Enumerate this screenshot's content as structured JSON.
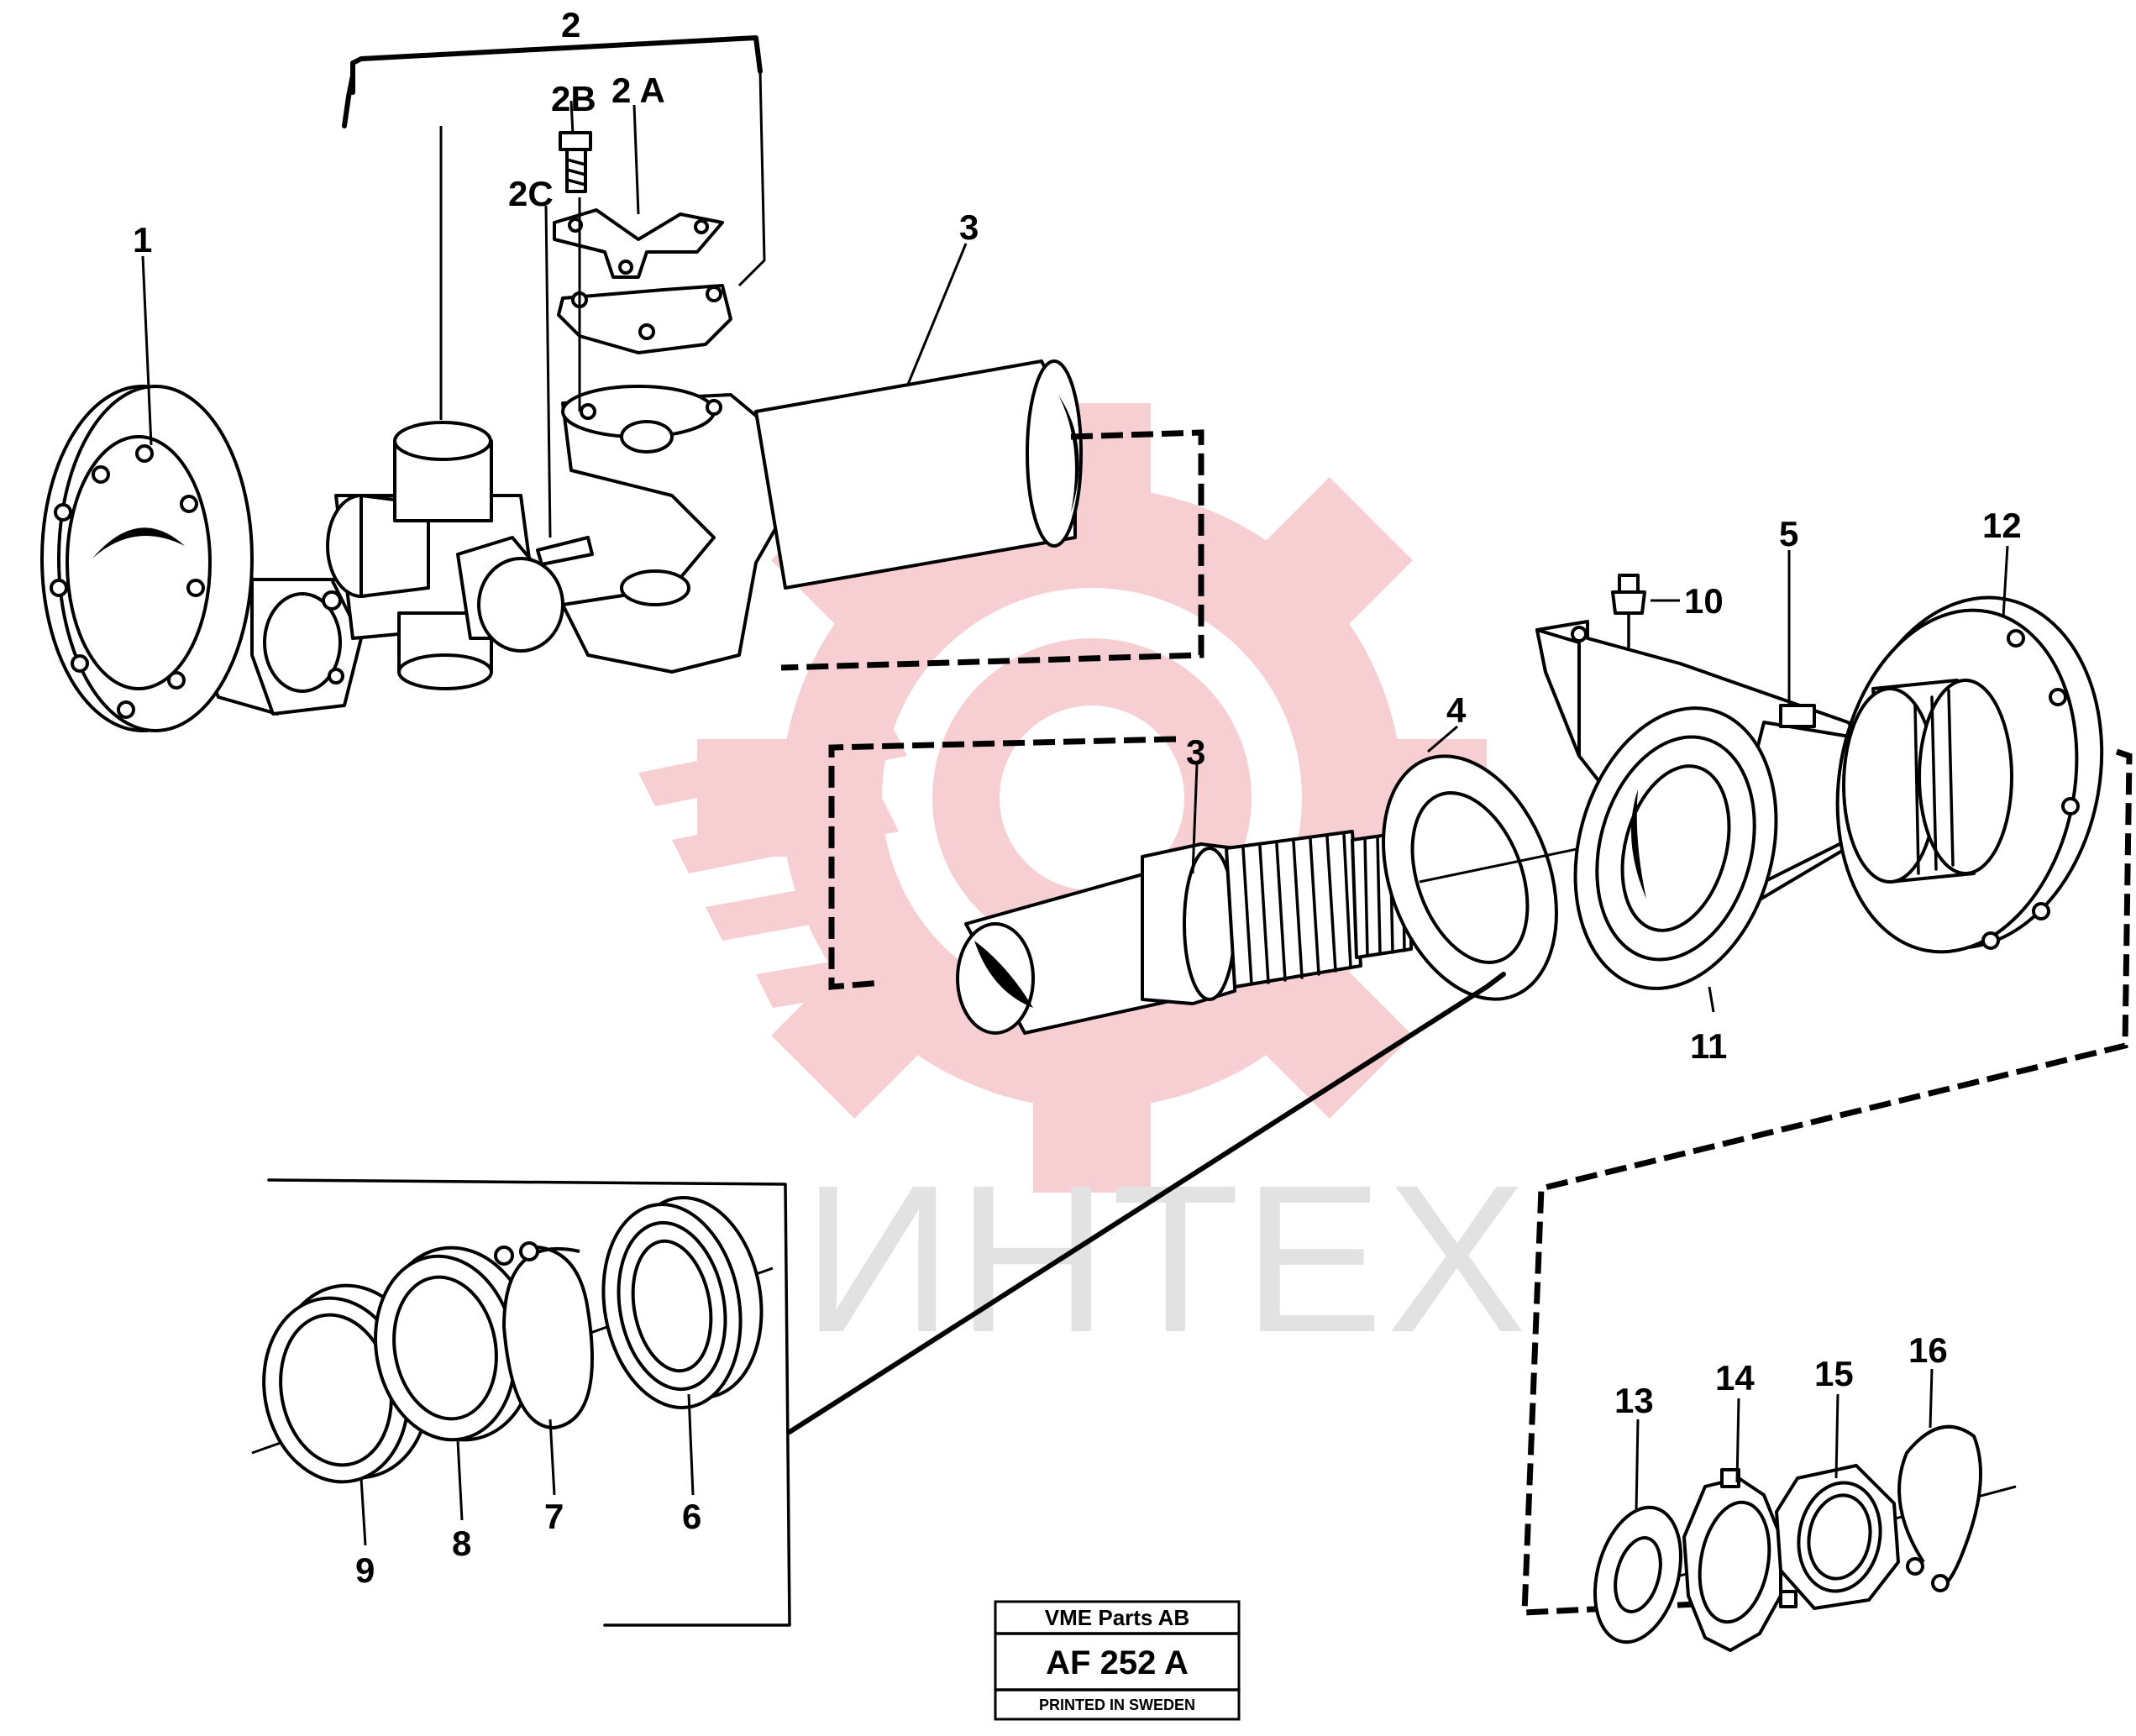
{
  "watermark": {
    "text": "ИНТЕХ",
    "gear_color": "#f7cfd2",
    "text_color": "#e2e2e2"
  },
  "callouts": {
    "c1": "1",
    "c2": "2",
    "c2a": "2 A",
    "c2b": "2B",
    "c2c": "2C",
    "c3a": "3",
    "c3b": "3",
    "c4": "4",
    "c5": "5",
    "c6": "6",
    "c7": "7",
    "c8": "8",
    "c9": "9",
    "c10": "10",
    "c11": "11",
    "c12": "12",
    "c13": "13",
    "c14": "14",
    "c15": "15",
    "c16": "16"
  },
  "stamp": {
    "company": "VME Parts AB",
    "code": "AF 252 A",
    "printed": "PRINTED IN SWEDEN"
  }
}
